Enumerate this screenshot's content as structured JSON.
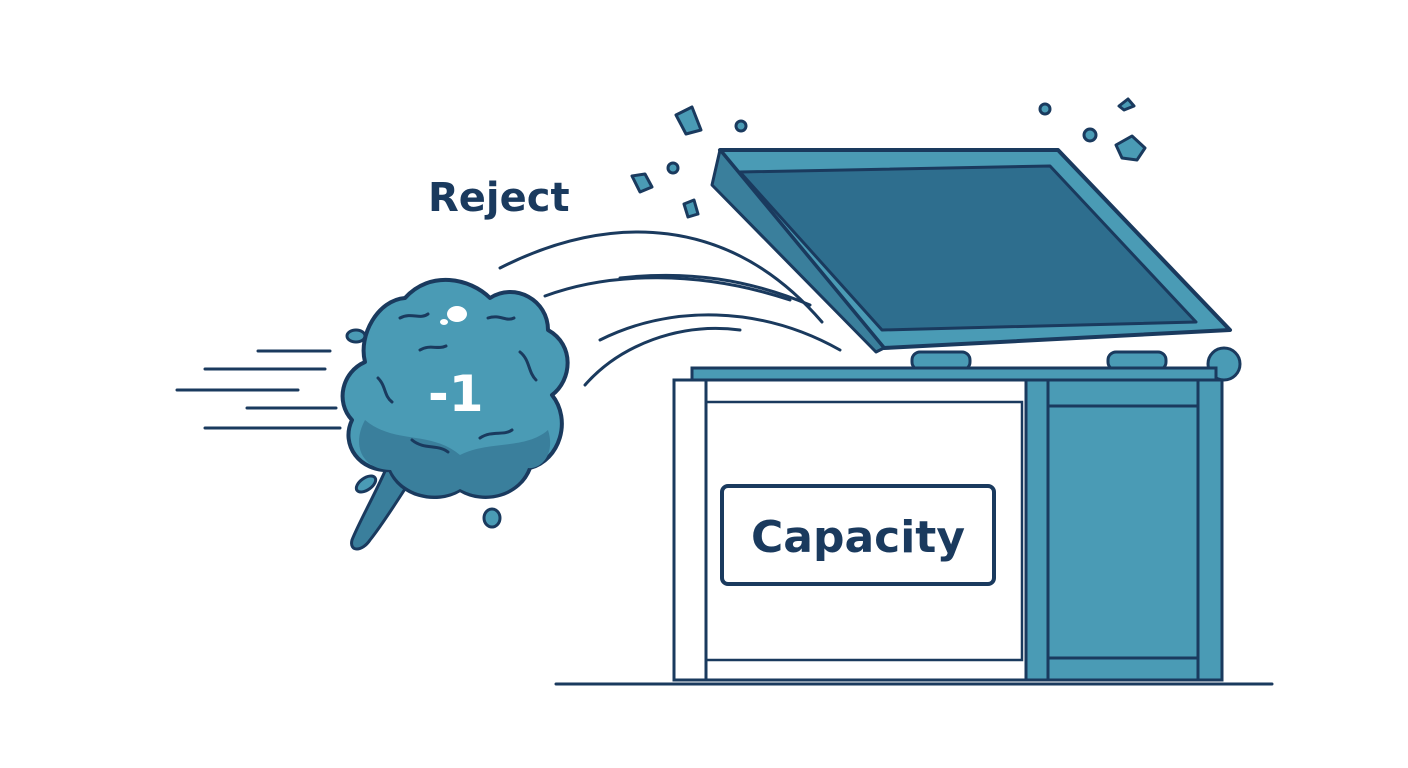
{
  "labels": {
    "reject": "Reject",
    "blob_value": "-1",
    "container_label": "Capacity"
  },
  "colors": {
    "outline": "#1a3a5e",
    "teal": "#4a9bb5",
    "teal_dark": "#3a7f9c",
    "lid_fill": "#2e6e8e",
    "white": "#ffffff"
  },
  "icons": [
    "rejected-blob-icon",
    "capacity-bin-icon",
    "debris-icon",
    "motion-lines-icon"
  ]
}
